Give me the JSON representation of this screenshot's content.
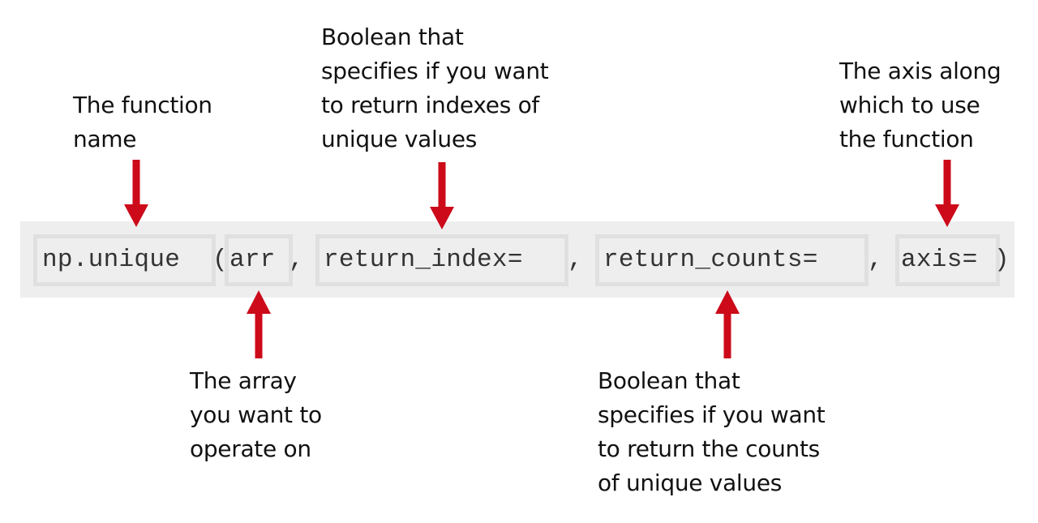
{
  "colors": {
    "arrow": "#cc0a1a",
    "band_bg": "#eeeeee",
    "box_border": "#e0e0e0",
    "code_text": "#333333",
    "label_text": "#111111"
  },
  "code": {
    "function_name": "np.unique",
    "open_paren": "(",
    "arr": "arr",
    "comma1": ",",
    "return_index": "return_index=",
    "comma2": ",",
    "return_counts": "return_counts=",
    "comma3": ",",
    "axis": "axis=",
    "close_paren": ")"
  },
  "annotations": {
    "function_name": "The function\nname",
    "arr": "The array\nyou want to\noperate on",
    "return_index": "Boolean that\nspecifies if you want\nto return indexes of\nunique values",
    "return_counts": "Boolean that\nspecifies if you want\nto return the counts\nof unique values",
    "axis": "The axis along\nwhich to use\nthe function"
  },
  "icons": {
    "down_arrow": "arrow-down",
    "up_arrow": "arrow-up"
  }
}
